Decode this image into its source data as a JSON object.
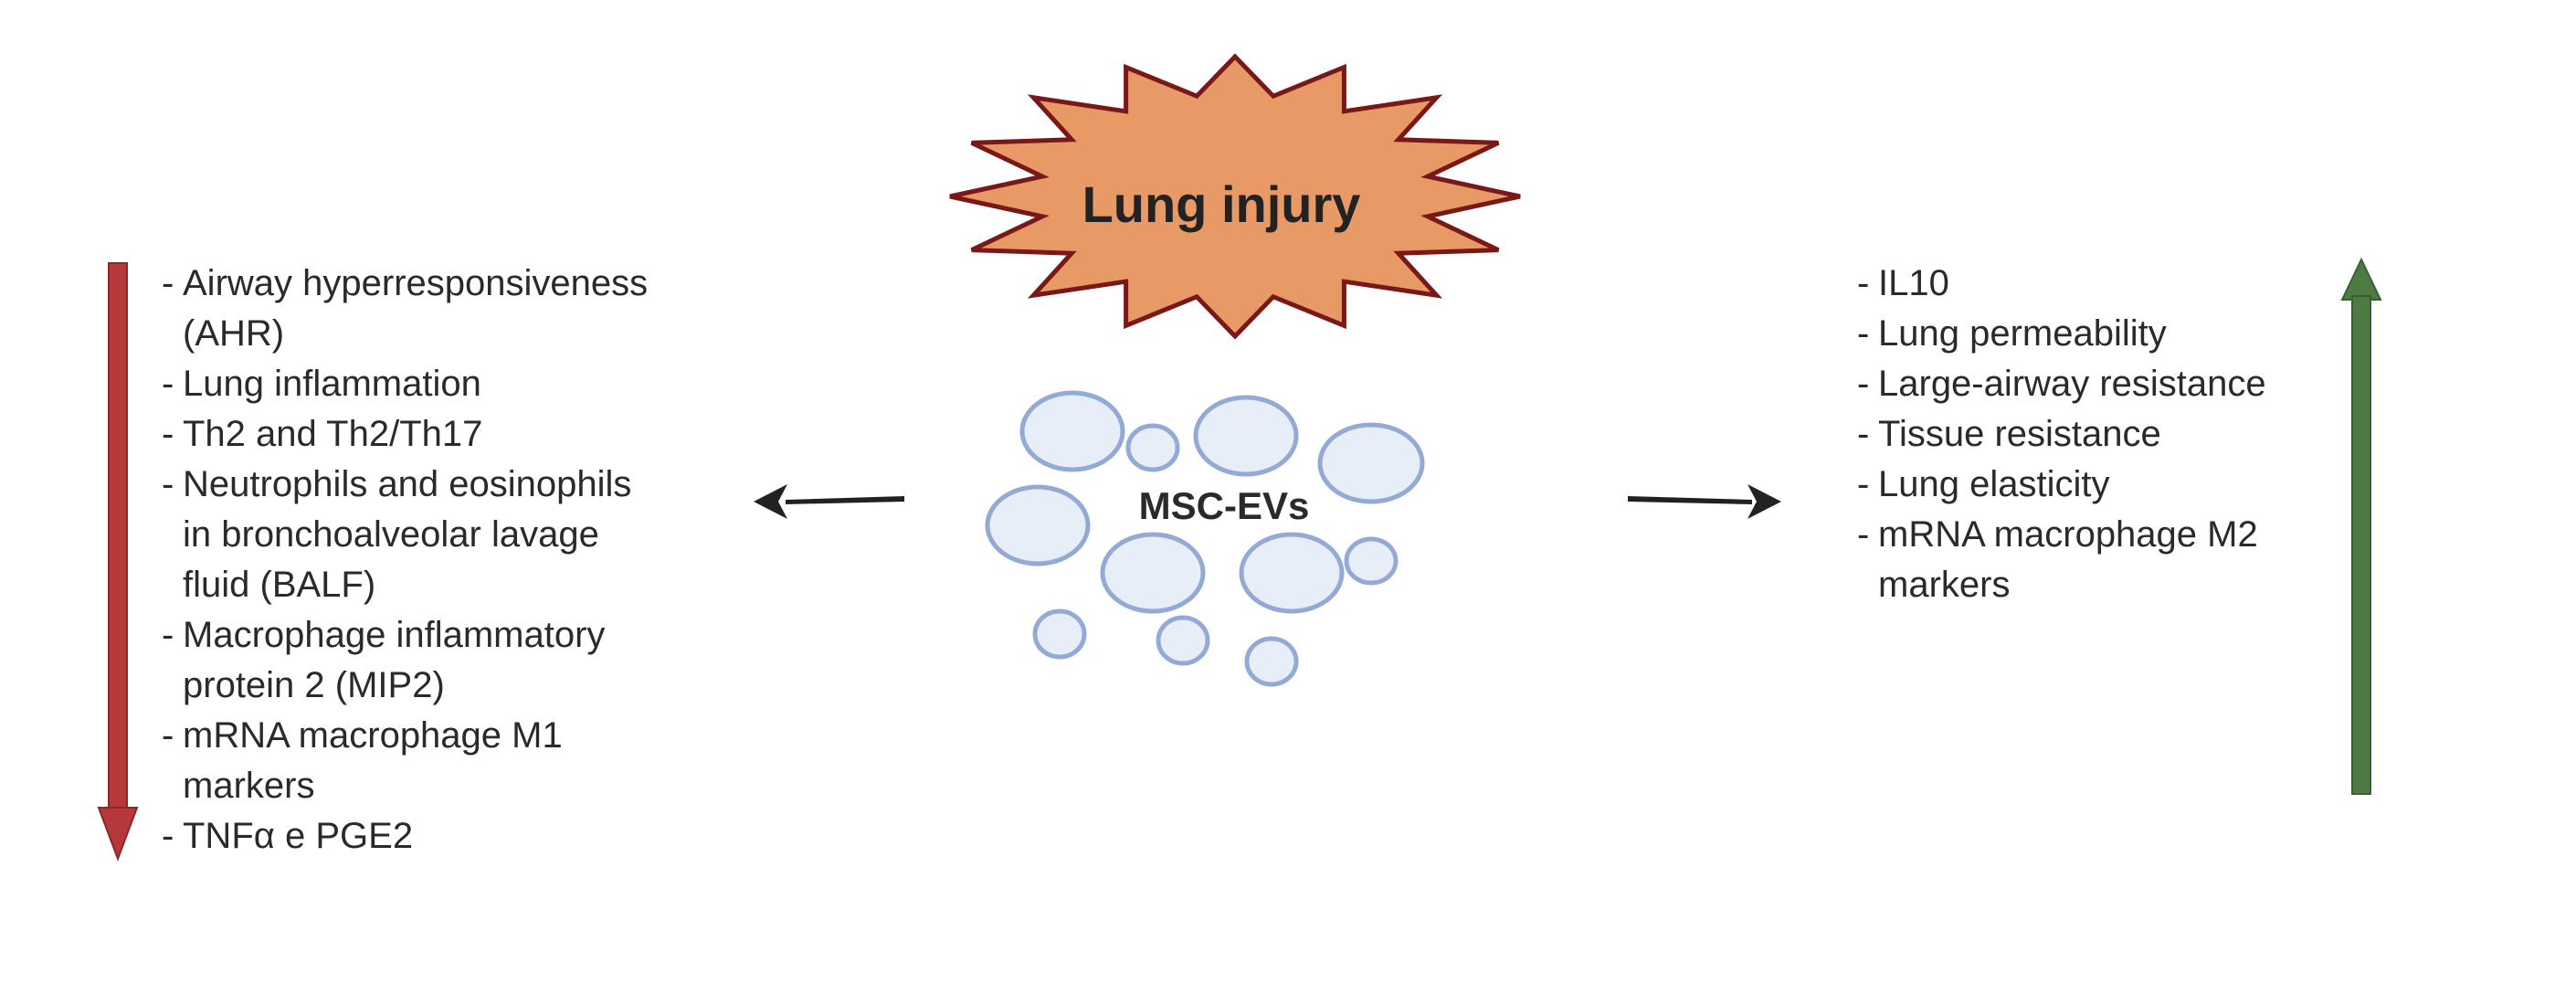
{
  "center": {
    "injury_label": "Lung injury",
    "ev_label": "MSC-EVs"
  },
  "colors": {
    "burst_fill": "#E89A66",
    "burst_stroke": "#7A1818",
    "vesicle_fill": "#E8EEF8",
    "vesicle_stroke": "#93A9D6",
    "down_arrow": "#B5383A",
    "up_arrow": "#4E7B43",
    "pointer_arrow": "#222222"
  },
  "left_panel": {
    "direction": "decrease",
    "items": [
      "Airway hyperresponsiveness\n(AHR)",
      "Lung inflammation",
      "Th2 and Th2/Th17",
      "Neutrophils and eosinophils\n in bronchoalveolar lavage\n fluid (BALF)",
      "Macrophage inflammatory\nprotein 2 (MIP2)",
      "mRNA macrophage M1\nmarkers",
      "TNFα e PGE2"
    ]
  },
  "right_panel": {
    "direction": "increase",
    "items": [
      "IL10",
      "Lung permeability",
      "Large-airway resistance",
      "Tissue resistance",
      "Lung elasticity",
      "mRNA macrophage M2\nmarkers"
    ]
  }
}
